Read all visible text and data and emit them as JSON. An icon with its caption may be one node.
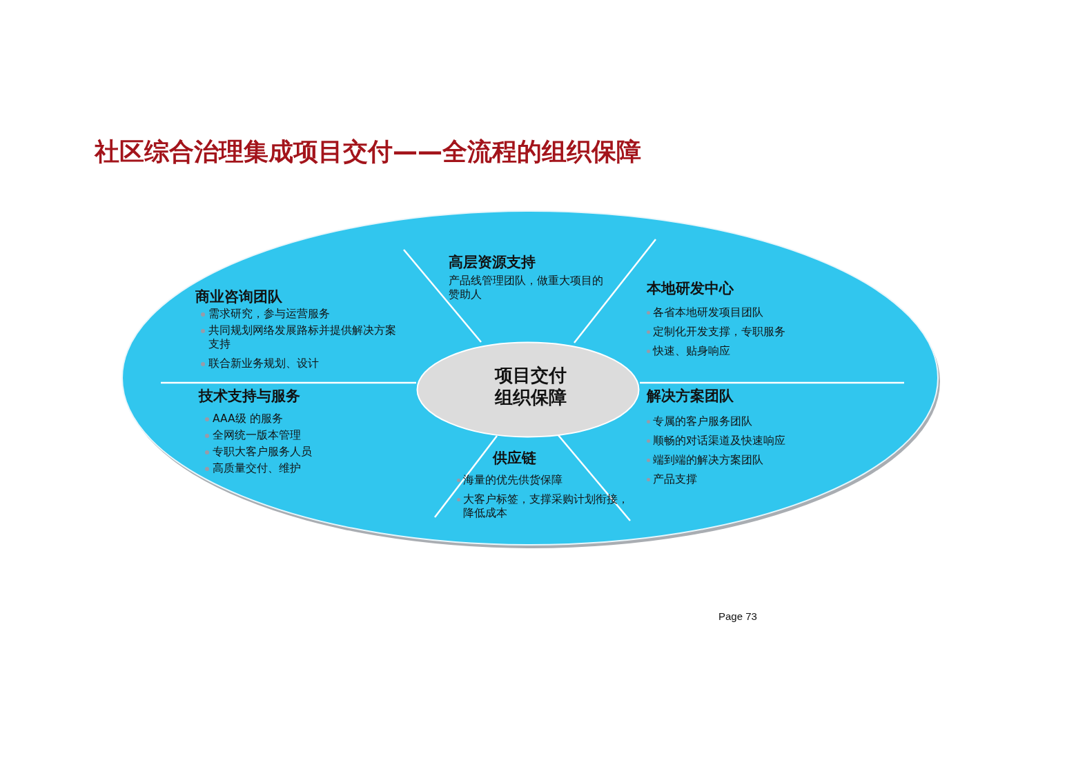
{
  "diagram": {
    "title": "社区综合治理集成项目交付——全流程的组织保障",
    "nodes": [
      {
        "text": [],
        "shape": "ellipse"
      },
      {
        "text": [
          "高层资源支持",
          "产品线管理团队，做重大项目的赞助人"
        ],
        "in": 0
      },
      {
        "text": [
          "本地研发中心",
          "各省本地研发项目团队",
          "定制化开发支撑，专职服务",
          "快速、贴身响应"
        ],
        "in": 0
      },
      {
        "text": [
          "商业咨询团队",
          "需求研究，参与运营服务",
          "共同规划网络发展路标并提供解决方案支持",
          "联合新业务规划、设计"
        ],
        "in": 0
      },
      {
        "text": [
          "项目交付组织保障"
        ],
        "in": 0
      },
      {
        "text": [
          "技术支持与服务",
          "AAA级 的服务",
          "全网统一版本管理",
          "专职大客户服务人员",
          "高质量交付、维护"
        ],
        "in": 0
      },
      {
        "text": [
          "解决方案团队",
          "专属的客户服务团队",
          "顺畅的对话渠道及快速响应",
          "端到端的解决方案团队",
          "产品支撑"
        ],
        "in": 0
      },
      {
        "text": [
          "供应链",
          "海量的优先供货保障",
          "大客户标签，支撑采购计划衔接，降低成本"
        ],
        "in": 0
      }
    ],
    "labels": [
      "Page 73"
    ]
  }
}
